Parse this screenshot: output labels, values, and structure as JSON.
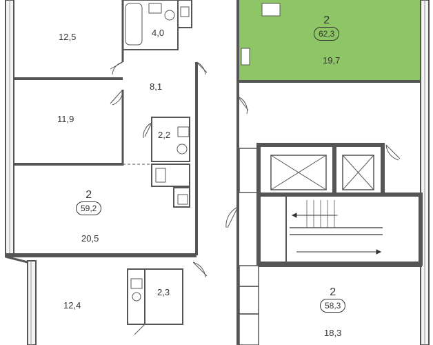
{
  "highlight_color": "#8ec566",
  "wall_color": "#555555",
  "apartments": [
    {
      "id": "apt-top-right",
      "rooms": "2",
      "area": "62,3"
    },
    {
      "id": "apt-left-middle",
      "rooms": "2",
      "area": "59,2"
    },
    {
      "id": "apt-bottom-right",
      "rooms": "2",
      "area": "58,3"
    }
  ],
  "room_areas": [
    "12,5",
    "4,0",
    "8,1",
    "11,9",
    "2,2",
    "20,5",
    "12,4",
    "2,3",
    "19,7",
    "18,3"
  ]
}
